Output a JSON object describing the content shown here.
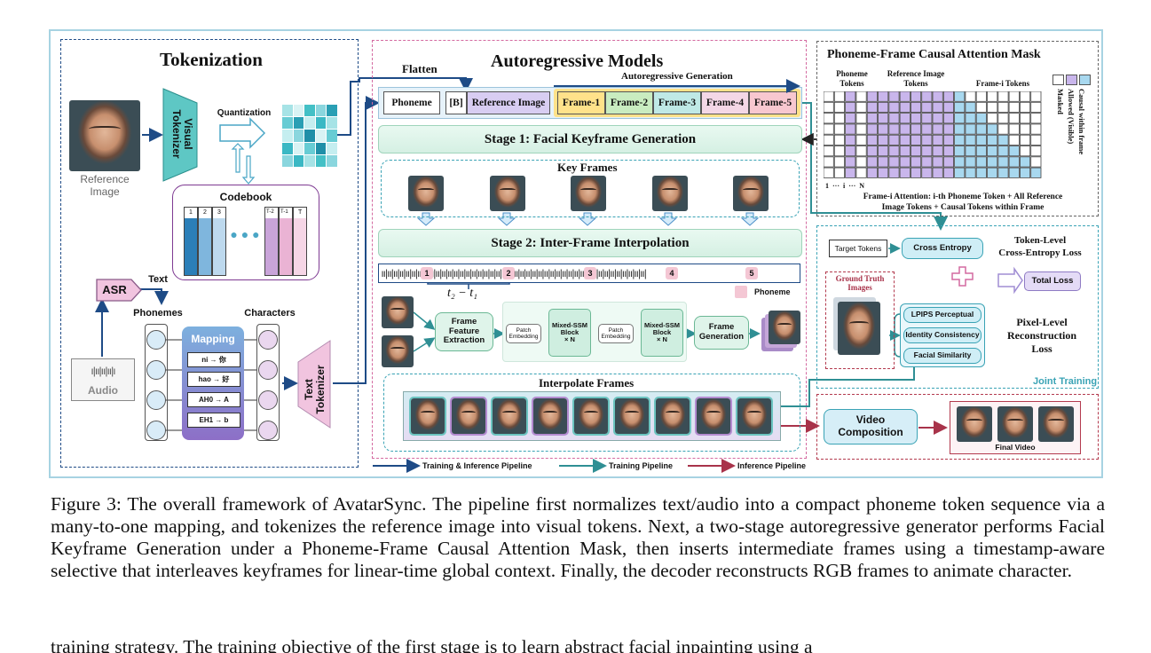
{
  "figure": {
    "tokenization": {
      "title": "Tokenization",
      "reference_image_label": "Reference\nImage",
      "visual_tokenizer": "Visual\nTokenizer",
      "quantization": "Quantization",
      "codebook_title": "Codebook",
      "codebook_indices": [
        "1",
        "2",
        "3",
        "T-2",
        "T-1",
        "T"
      ],
      "asr": "ASR",
      "text_label": "Text",
      "audio": "Audio",
      "phonemes": "Phonemes",
      "characters": "Characters",
      "mapping_title": "Mapping",
      "mappings": [
        "ni → 你",
        "hao → 好",
        "AH0 → A",
        "EH1 → b"
      ],
      "text_tokenizer": "Text\nTokenizer"
    },
    "autoregressive": {
      "title": "Autoregressive Models",
      "flatten": "Flatten",
      "autoregressive_generation": "Autoregressive Generation",
      "tokens": [
        "Phoneme",
        "[B]",
        "Reference Image",
        "Frame-1",
        "Frame-2",
        "Frame-3",
        "Frame-4",
        "Frame-5"
      ],
      "stage1": "Stage 1: Facial Keyframe Generation",
      "key_frames": "Key Frames",
      "stage2": "Stage 2: Inter-Frame Interpolation",
      "timeline_markers": [
        "1",
        "2",
        "3",
        "4",
        "5"
      ],
      "timestamp_formula": "t₂ − t₁",
      "phoneme_legend": "Phoneme",
      "frame_feature_extraction": "Frame\nFeature\nExtraction",
      "patch_embedding": "Patch\nEmbedding",
      "mixed_ssm_block": "Mixed-SSM\nBlock\n× N",
      "frame_generation": "Frame\nGeneration",
      "interpolate_frames": "Interpolate Frames"
    },
    "mask": {
      "title": "Phoneme-Frame Causal Attention Mask",
      "phoneme_tokens": "Phoneme\nTokens",
      "reference_image_tokens": "Reference Image\nTokens",
      "frame_i_tokens": "Frame-i Tokens",
      "legend_masked": "Masked",
      "legend_allowed": "Allowed (Visible)",
      "legend_causal": "Causal within frame",
      "axis_ticks": "1  ···  i  ···  N",
      "description": "Frame-i Attention: i-th Phoneme Token + All Reference\nImage Tokens + Causal Tokens within Frame"
    },
    "joint_training": {
      "target_tokens": "Target Tokens",
      "cross_entropy": "Cross Entropy",
      "token_level_loss": "Token-Level\nCross-Entropy Loss",
      "ground_truth_images": "Ground Truth\nImages",
      "total_loss": "Total Loss",
      "lpips": "LPIPS Perceptual",
      "identity": "Identity Consistency",
      "facial_similarity": "Facial Similarity",
      "pixel_level_loss": "Pixel-Level\nReconstruction\nLoss",
      "joint_training_label": "Joint Training"
    },
    "inference": {
      "video_composition": "Video\nComposition",
      "final_video": "Final Video"
    },
    "legend": {
      "training_inference": "Training & Inference Pipeline",
      "training": "Training Pipeline",
      "inference": "Inference Pipeline"
    },
    "colors": {
      "dark_blue": "#1e4b86",
      "teal": "#2f8f94",
      "red": "#a8334a",
      "frame_green": "#ffe28a",
      "frame_pink": "#f8c7cf",
      "mask_purple": "#c9b6ec",
      "mask_blue": "#a8d8ef"
    }
  },
  "caption": {
    "text": "Figure 3:  The overall framework of AvatarSync.  The pipeline first normalizes text/audio into a compact phoneme token sequence via a many-to-one mapping, and tokenizes the reference image into visual tokens. Next, a two-stage autoregressive generator performs Facial Keyframe Generation under a Phoneme-Frame Causal Attention Mask, then inserts intermediate frames using a timestamp-aware selective that interleaves keyframes for linear-time global context. Finally, the decoder reconstructs RGB frames to animate character.",
    "trailing": "training strategy. The training objective of the first stage is to learn abstract facial inpainting using a"
  }
}
